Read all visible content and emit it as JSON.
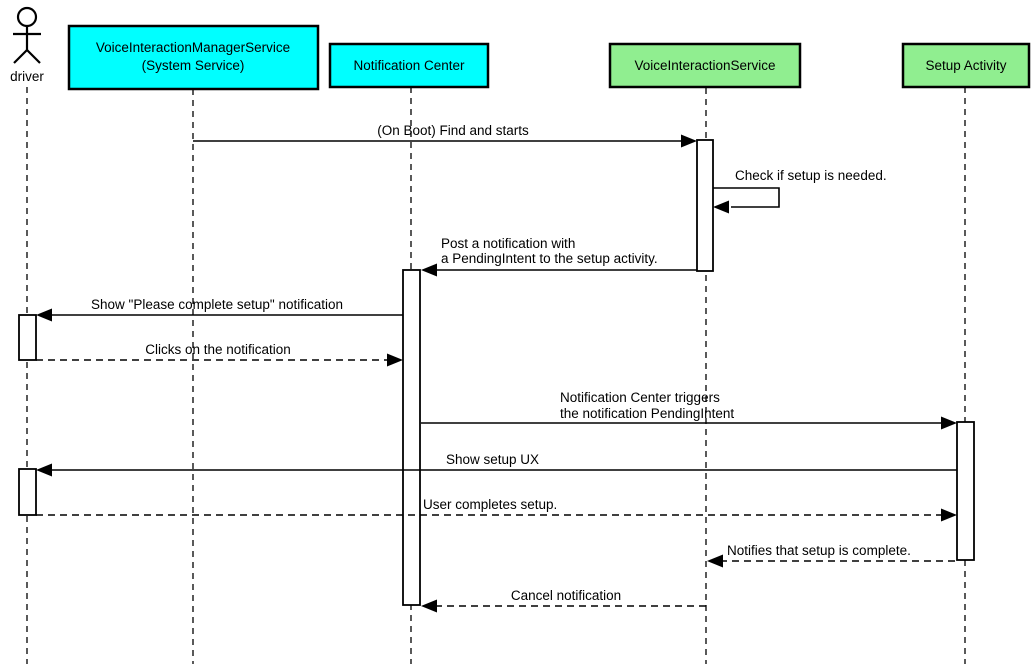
{
  "diagram": {
    "actor": {
      "label": "driver"
    },
    "participants": [
      {
        "id": "voice-interaction-manager-service",
        "label_line1": "VoiceInteractionManagerService",
        "label_line2": "(System Service)",
        "fill": "#00ffff"
      },
      {
        "id": "notification-center",
        "label": "Notification Center",
        "fill": "#00ffff"
      },
      {
        "id": "voice-interaction-service",
        "label": "VoiceInteractionService",
        "fill": "#90ee90"
      },
      {
        "id": "setup-activity",
        "label": "Setup Activity",
        "fill": "#90ee90"
      }
    ],
    "messages": [
      {
        "from": "VoiceInteractionManagerService (System Service)",
        "to": "VoiceInteractionService",
        "style": "solid",
        "label": "(On Boot) Find and starts"
      },
      {
        "from": "VoiceInteractionService",
        "to": "VoiceInteractionService",
        "style": "solid",
        "label": "Check if setup is needed."
      },
      {
        "from": "VoiceInteractionService",
        "to": "Notification Center",
        "style": "solid",
        "label_line1": "Post a notification with",
        "label_line2": "a PendingIntent to the setup activity."
      },
      {
        "from": "Notification Center",
        "to": "driver",
        "style": "solid",
        "label": "Show \"Please complete setup\" notification"
      },
      {
        "from": "driver",
        "to": "Notification Center",
        "style": "dashed",
        "label": "Clicks on the notification"
      },
      {
        "from": "Notification Center",
        "to": "Setup Activity",
        "style": "solid",
        "label_line1": "Notification Center triggers",
        "label_line2": "the notification PendingIntent"
      },
      {
        "from": "Setup Activity",
        "to": "driver",
        "style": "solid",
        "label": "Show setup UX"
      },
      {
        "from": "driver",
        "to": "Setup Activity",
        "style": "dashed",
        "label": "User completes setup."
      },
      {
        "from": "Setup Activity",
        "to": "VoiceInteractionService",
        "style": "dashed",
        "label": "Notifies that setup is complete."
      },
      {
        "from": "VoiceInteractionService",
        "to": "Notification Center",
        "style": "dashed",
        "label": "Cancel notification"
      }
    ],
    "colors": {
      "participant_cyan": "#00ffff",
      "participant_green": "#90ee90",
      "line": "#000000",
      "background": "#ffffff"
    }
  }
}
